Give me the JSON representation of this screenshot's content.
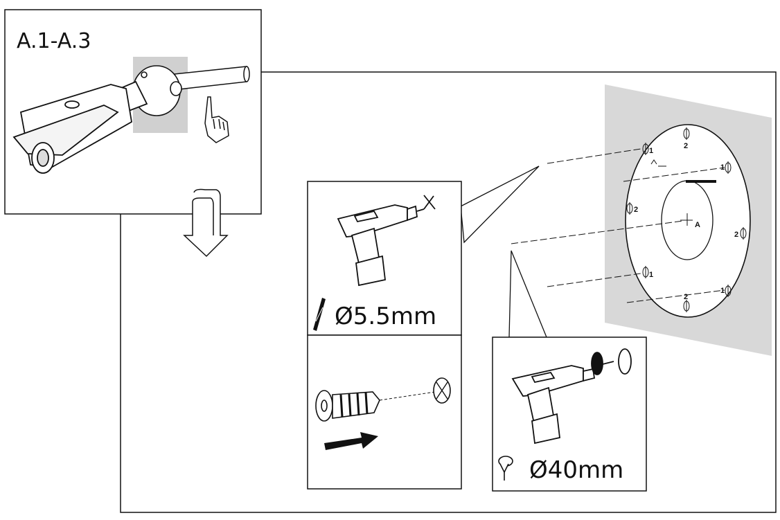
{
  "step_label": "A.1-A.3",
  "drill_bit_size": "Ø5.5mm",
  "hole_saw_size": "Ø40mm",
  "template": {
    "hole_numbers": [
      "2",
      "1",
      "1",
      "2",
      "2",
      "1",
      "1",
      "2"
    ],
    "center_label": "A"
  }
}
